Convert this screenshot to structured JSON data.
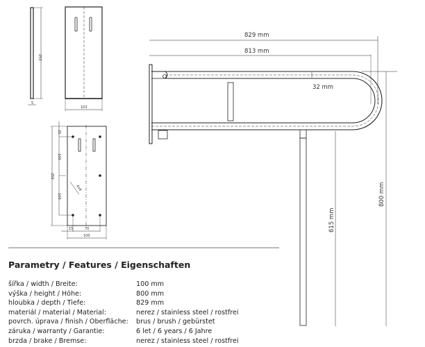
{
  "drawing": {
    "side_view": {
      "height_label": "253",
      "thickness_label": "5"
    },
    "front_view": {
      "width_label": "103"
    },
    "plate": {
      "top_offset": "25",
      "upper_spacing": "100",
      "total_height": "250",
      "lower_spacing": "100",
      "left_offset": "15",
      "hole_spacing": "70",
      "total_width": "100",
      "hole_label": "6x6"
    },
    "main": {
      "depth_label": "829 mm",
      "inner_depth_label": "813 mm",
      "tube_label": "32 mm",
      "height_label": "800 mm",
      "leg_label": "615 mm"
    }
  },
  "features": {
    "heading": "Parametry / Features / Eigenschaften",
    "rows": [
      {
        "label": "šířka / width / Breite:",
        "value": "100 mm"
      },
      {
        "label": "výška / height / Höhe:",
        "value": "800 mm"
      },
      {
        "label": "hloubka / depth / Tiefe:",
        "value": "829 mm"
      },
      {
        "label": "materiál / material / Material:",
        "value": "nerez / stainless steel / rostfrei"
      },
      {
        "label": "povrch. úprava / finish / Oberfläche:",
        "value": "brus / brush / gebürstet"
      },
      {
        "label": "záruka / warranty / Garantie:",
        "value": "6 let / 6 years / 6 Jahre"
      },
      {
        "label": "brzda / brake / Bremse:",
        "value": "nerez / stainless steel / rostfrei"
      }
    ]
  }
}
